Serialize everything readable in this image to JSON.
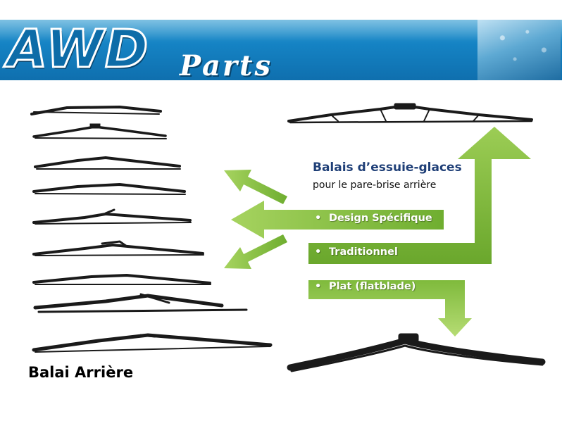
{
  "header": {
    "logo_main": "AWD",
    "logo_sub": "Parts",
    "photo_icon": "wet-windshield-wiper-photo"
  },
  "content": {
    "title": "Balais d’essuie-glaces",
    "subtitle": "pour le pare-brise arrière",
    "bullets": [
      {
        "marker": "•",
        "label": "Design Spécifique"
      },
      {
        "marker": "•",
        "label": "Traditionnel"
      },
      {
        "marker": "•",
        "label": "Plat (flatblade)"
      }
    ],
    "rear_label": "Balai Arrière"
  },
  "colors": {
    "header_blue": "#1583c4",
    "arrow_green": "#7cb63a",
    "title_navy": "#1f3f77"
  }
}
